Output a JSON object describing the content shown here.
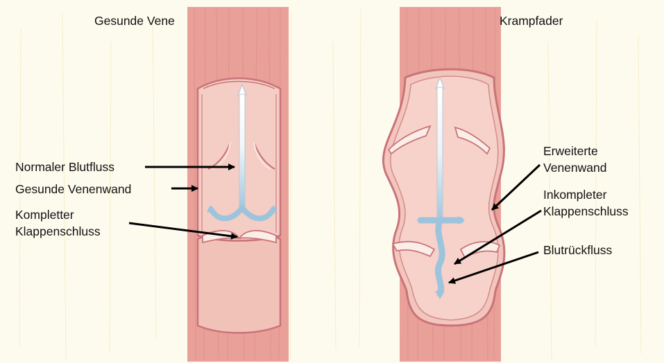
{
  "diagram": {
    "left_title": "Gesunde Vene",
    "right_title": "Krampfader",
    "labels": {
      "normal_flow": "Normaler Blutfluss",
      "healthy_wall": "Gesunde Venenwand",
      "complete_closure_1": "Kompletter",
      "complete_closure_2": "Klappenschluss",
      "dilated_wall_1": "Erweiterte",
      "dilated_wall_2": "Venenwand",
      "incomplete_closure_1": "Inkompleter",
      "incomplete_closure_2": "Klappenschluss",
      "reflux": "Blutrückfluss"
    },
    "colors": {
      "background": "#fdfbee",
      "vein_wall": "#eaa39c",
      "vein_inner": "#f3c7bf",
      "vein_outline": "#c9737a",
      "blood_flow": "#9dc4dc",
      "arrow": "#000000"
    }
  }
}
